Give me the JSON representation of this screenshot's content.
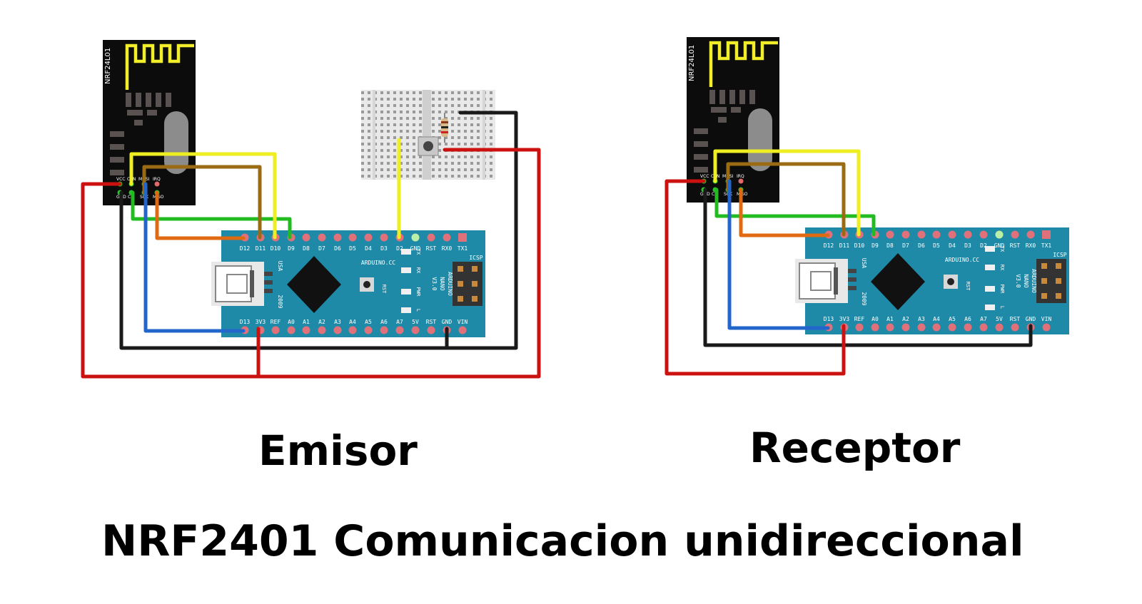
{
  "captions": {
    "emitter": "Emisor",
    "receiver": "Receptor",
    "title": "NRF2401 Comunicacion unidireccional"
  },
  "radio": {
    "model": "NRF24L01",
    "pins_top": [
      "VCC",
      "CSN",
      "MOSI",
      "IRQ"
    ],
    "pins_bottom": [
      "GND",
      "CE",
      "SCK",
      "MISO"
    ]
  },
  "nano": {
    "top_pins": [
      "D12",
      "D11",
      "D10",
      "D9",
      "D8",
      "D7",
      "D6",
      "D5",
      "D4",
      "D3",
      "D2",
      "GND",
      "RST",
      "RX0",
      "TX1"
    ],
    "bottom_pins": [
      "D13",
      "3V3",
      "REF",
      "A0",
      "A1",
      "A2",
      "A3",
      "A4",
      "A5",
      "A6",
      "A7",
      "5V",
      "RST",
      "GND",
      "VIN"
    ],
    "brand": "ARDUINO.CC",
    "model_lines": [
      "ARDUINO",
      "NANO",
      "V3.0"
    ],
    "usa": "USA",
    "year": "2009",
    "icsp": "ICSP",
    "led_labels": [
      "TX",
      "RX",
      "PWR",
      "L"
    ],
    "rst": "RST"
  },
  "colors": {
    "vcc_wire": "#cc1111",
    "gnd_wire": "#1a1a1a",
    "ce_wire": "#22bb22",
    "csn_wire": "#eeee22",
    "sck_wire": "#9a6b12",
    "mosi_wire": "#2266cc",
    "miso_wire": "#e06a12",
    "button_wire": "#eeee22",
    "pcb": "#1e8aa8",
    "radio_pcb": "#0c0c0c",
    "antenna": "#f2ef2a"
  }
}
